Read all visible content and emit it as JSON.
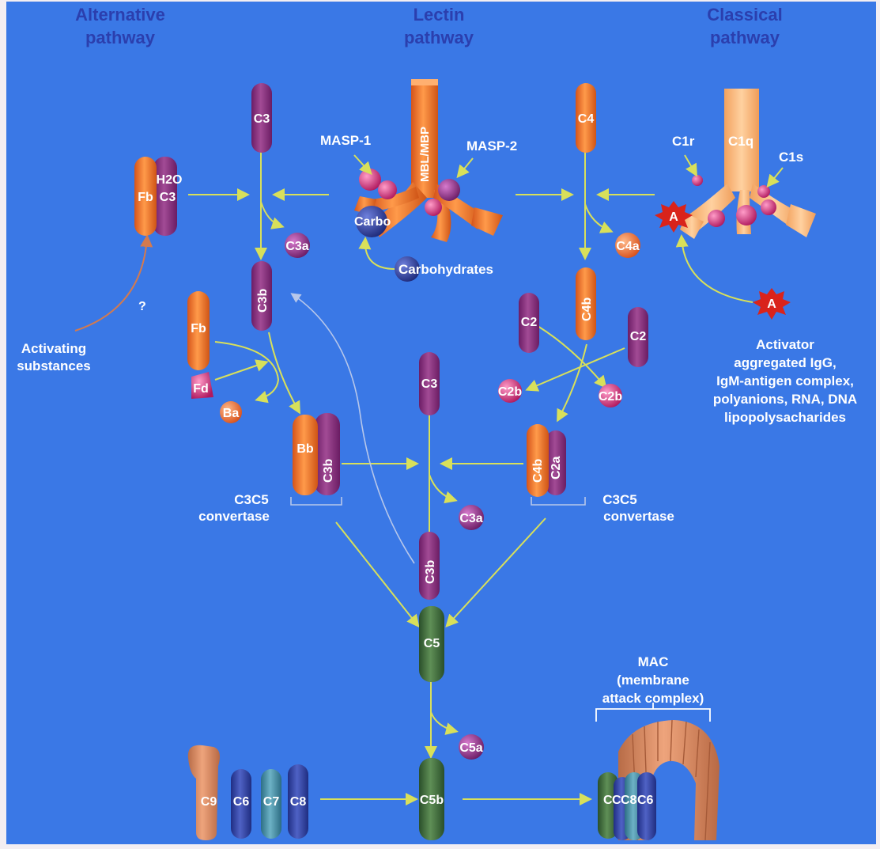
{
  "headers": {
    "alternative": [
      "Alternative",
      "pathway"
    ],
    "lectin": [
      "Lectin",
      "pathway"
    ],
    "classical": [
      "Classical",
      "pathway"
    ]
  },
  "labels": {
    "c3_top": "C3",
    "c4_top": "C4",
    "fb_h2o_fb": "Fb",
    "fb_h2o_h2o": "H2O",
    "fb_h2o_c3": "C3",
    "masp1": "MASP-1",
    "masp2": "MASP-2",
    "mbl": "MBL/MBP",
    "carbo": "Carbo",
    "carbohydrates": "Carbohydrates",
    "c1r": "C1r",
    "c1q": "C1q",
    "c1s": "C1s",
    "activator_a": "A",
    "c3a_1": "C3a",
    "c4a": "C4a",
    "c3b_1": "C3b",
    "fb": "Fb",
    "question": "?",
    "activating": [
      "Activating",
      "substances"
    ],
    "fd": "Fd",
    "ba": "Ba",
    "c4b": "C4b",
    "c2_left": "C2",
    "c2_right": "C2",
    "activator": [
      "Activator",
      "aggregated IgG,",
      "IgM-antigen complex,",
      "polyanions, RNA, DNA",
      "lipopolysacharides"
    ],
    "c3_mid": "C3",
    "c2b_1": "C2b",
    "c2b_2": "C2b",
    "bb": "Bb",
    "c3b_2": "C3b",
    "c4b_2": "C4b",
    "c2a": "C2a",
    "convertase_left": [
      "C3C5",
      "convertase"
    ],
    "convertase_right": [
      "C3C5",
      "convertase"
    ],
    "c3a_2": "C3a",
    "c3b_3": "C3b",
    "c5": "C5",
    "mac": [
      "MAC",
      "(membrane",
      "attack complex)"
    ],
    "c5a": "C5a",
    "c9": "C9",
    "c6": "C6",
    "c7": "C7",
    "c8": "C8",
    "c5b": "C5b",
    "mac_c": "C",
    "mac_c8": "C8",
    "mac_c6": "C6"
  },
  "colors": {
    "background": "#3a78e6",
    "purple": "#8a2f7e",
    "orange": "#f07326",
    "green": "#3f6a3a",
    "blue": "#2f3f9a",
    "teal": "#3f8aa0",
    "tan": "#d98a63",
    "arrow": "#d8e05a"
  }
}
